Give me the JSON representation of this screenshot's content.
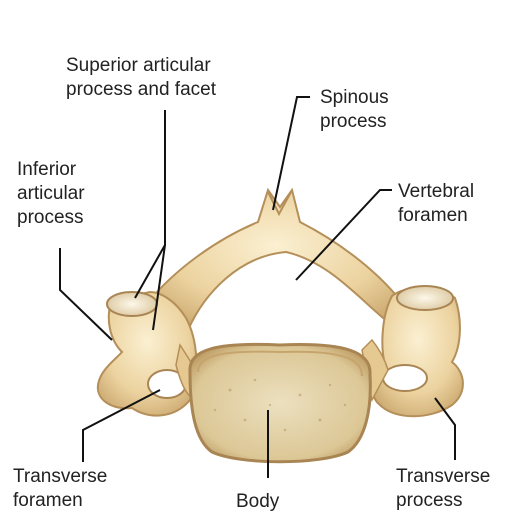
{
  "labels": {
    "superior_articular": [
      "Superior articular",
      "process and facet"
    ],
    "spinous": [
      "Spinous",
      "process"
    ],
    "inferior_articular": [
      "Inferior",
      "articular",
      "process"
    ],
    "vertebral_foramen": [
      "Vertebral",
      "foramen"
    ],
    "transverse_foramen": [
      "Transverse",
      "foramen"
    ],
    "body": [
      "Body"
    ],
    "transverse_process": [
      "Transverse",
      "process"
    ]
  },
  "colors": {
    "bone_light": "#f6e6bf",
    "bone_mid": "#e9cf98",
    "bone_dark": "#c9a56a",
    "bone_shadow": "#a98553",
    "body_surface": "#e3d2a8",
    "leader": "#111111"
  }
}
